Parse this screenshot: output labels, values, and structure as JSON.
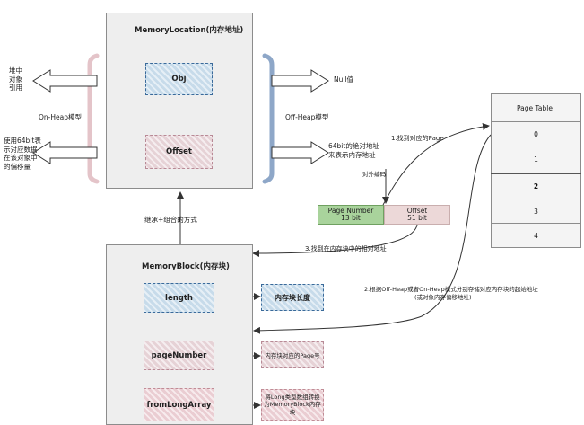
{
  "memory_location": {
    "title": "MemoryLocation(内存地址)",
    "obj": "Obj",
    "offset": "Offset"
  },
  "labels": {
    "heap_ref": [
      "堆中",
      "对象",
      "引用"
    ],
    "on_heap": "On-Heap模型",
    "off_heap": "Off-Heap模型",
    "null_value": "Null值",
    "offset_desc": [
      "使用64bit表",
      "示对应数据",
      "在该对象中",
      "的偏移量"
    ],
    "abs_addr": [
      "64bit的绝对地址",
      "来表示内存地址"
    ],
    "encode": "对外编码",
    "find_page": "1.找到对应的Page",
    "inherit": "继承+组合的方式",
    "find_offset": "3.找到在内存块中的相对地址",
    "step2": [
      "2.根据Off-Heap或者On-Heap模式分别存储对应内存块的起始地址",
      "(或对象内存偏移地址)"
    ]
  },
  "encoded": {
    "page_number": "Page Number",
    "page_bits": "13 bit",
    "offset": "Offset",
    "offset_bits": "51 bit"
  },
  "page_table": {
    "title": "Page Table",
    "rows": [
      "0",
      "1",
      "2",
      "3",
      "4"
    ]
  },
  "memory_block": {
    "title": "MemoryBlock(内存块)",
    "length": "length",
    "length_desc": "内存块长度",
    "page_number": "pageNumber",
    "page_number_desc": "内存块对应的Page号",
    "from_long_array": "fromLongArray",
    "from_long_array_desc": [
      "将Long类型数组转换",
      "为MemoryBlock内存",
      "块"
    ]
  }
}
